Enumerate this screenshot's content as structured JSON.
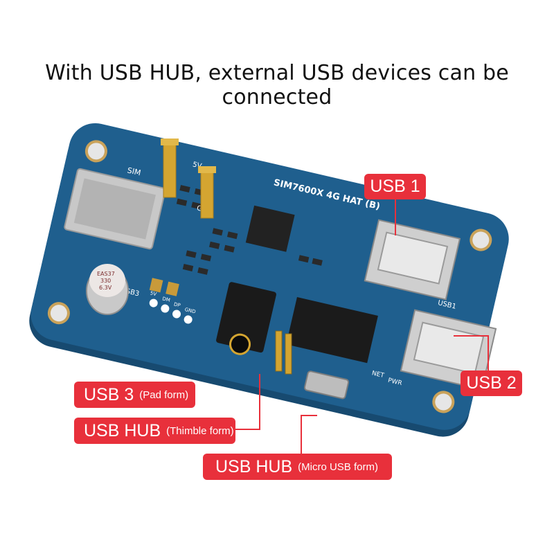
{
  "headline": "With USB HUB, external USB devices can be connected",
  "callouts": {
    "usb1": {
      "label": "USB 1"
    },
    "usb2": {
      "label": "USB 2"
    },
    "usb3": {
      "label": "USB 3",
      "note": "(Pad form)"
    },
    "hub_thimble": {
      "label": "USB HUB",
      "note": "(Thimble form)"
    },
    "hub_micro": {
      "label": "USB HUB",
      "note": "(Micro USB form)"
    }
  },
  "board": {
    "model": "SIM7600X 4G HAT (B)",
    "silk_sim": "SIM",
    "silk_5v": "5V",
    "silk_gnd": "GND",
    "silk_usb1": "USB1",
    "silk_usb3": "USB3",
    "silk_net": "NET",
    "silk_pwr": "PWR",
    "pad_labels": [
      "5V",
      "DM",
      "DP",
      "GND"
    ],
    "capacitor_text": [
      "EAS37",
      "330",
      "6.3V"
    ]
  },
  "colors": {
    "callout": "#e8303b",
    "pcb": "#1f5f8e",
    "pcb_edge": "#174a70",
    "gold": "#d4a531"
  }
}
